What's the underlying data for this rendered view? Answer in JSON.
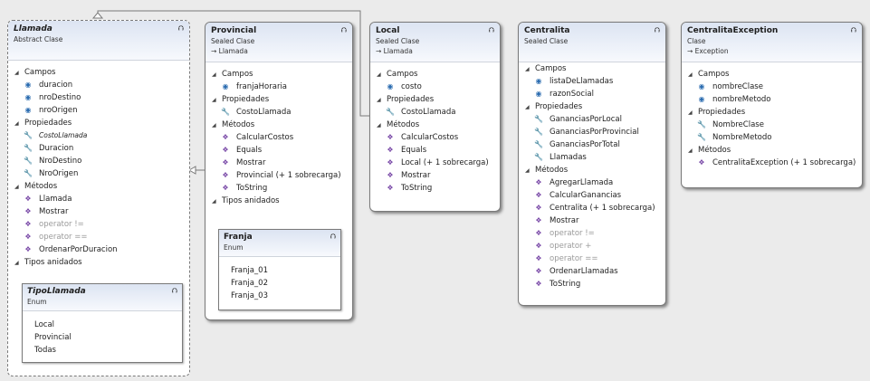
{
  "labels": {
    "campos": "Campos",
    "propiedades": "Propiedades",
    "metodos": "Métodos",
    "tipos_anidados": "Tipos anidados"
  },
  "llamada": {
    "title": "Llamada",
    "stereotype": "Abstract Clase",
    "fields": [
      "duracion",
      "nroDestino",
      "nroOrigen"
    ],
    "properties": [
      "CostoLlamada",
      "Duracion",
      "NroDestino",
      "NroOrigen"
    ],
    "methods": [
      "Llamada",
      "Mostrar",
      "operator !=",
      "operator ==",
      "OrdenarPorDuracion"
    ],
    "nested": {
      "title": "TipoLlamada",
      "stereotype": "Enum",
      "values": [
        "Local",
        "Provincial",
        "Todas"
      ]
    }
  },
  "provincial": {
    "title": "Provincial",
    "stereotype": "Sealed Clase",
    "base": "Llamada",
    "fields": [
      "franjaHoraria"
    ],
    "properties": [
      "CostoLlamada"
    ],
    "methods": [
      "CalcularCostos",
      "Equals",
      "Mostrar",
      "Provincial (+ 1 sobrecarga)",
      "ToString"
    ],
    "nested": {
      "title": "Franja",
      "stereotype": "Enum",
      "values": [
        "Franja_01",
        "Franja_02",
        "Franja_03"
      ]
    }
  },
  "local": {
    "title": "Local",
    "stereotype": "Sealed Clase",
    "base": "Llamada",
    "fields": [
      "costo"
    ],
    "properties": [
      "CostoLlamada"
    ],
    "methods": [
      "CalcularCostos",
      "Equals",
      "Local (+ 1 sobrecarga)",
      "Mostrar",
      "ToString"
    ]
  },
  "centralita": {
    "title": "Centralita",
    "stereotype": "Sealed Clase",
    "fields": [
      "listaDeLlamadas",
      "razonSocial"
    ],
    "properties": [
      "GananciasPorLocal",
      "GananciasPorProvincial",
      "GananciasPorTotal",
      "Llamadas"
    ],
    "methods": [
      "AgregarLlamada",
      "CalcularGanancias",
      "Centralita (+ 1 sobrecarga)",
      "Mostrar",
      "operator !=",
      "operator +",
      "operator ==",
      "OrdenarLlamadas",
      "ToString"
    ]
  },
  "centralita_exception": {
    "title": "CentralitaException",
    "stereotype": "Clase",
    "base": "Exception",
    "fields": [
      "nombreClase",
      "nombreMetodo"
    ],
    "properties": [
      "NombreClase",
      "NombreMetodo"
    ],
    "methods": [
      "CentralitaException (+ 1 sobrecarga)"
    ]
  },
  "icons": {
    "collapse": "double-chevron-up-icon",
    "expanded": "triangle-down-icon",
    "field": "field-icon",
    "property": "wrench-property-icon",
    "method": "method-cube-icon",
    "inherits": "inherits-arrow-icon"
  }
}
